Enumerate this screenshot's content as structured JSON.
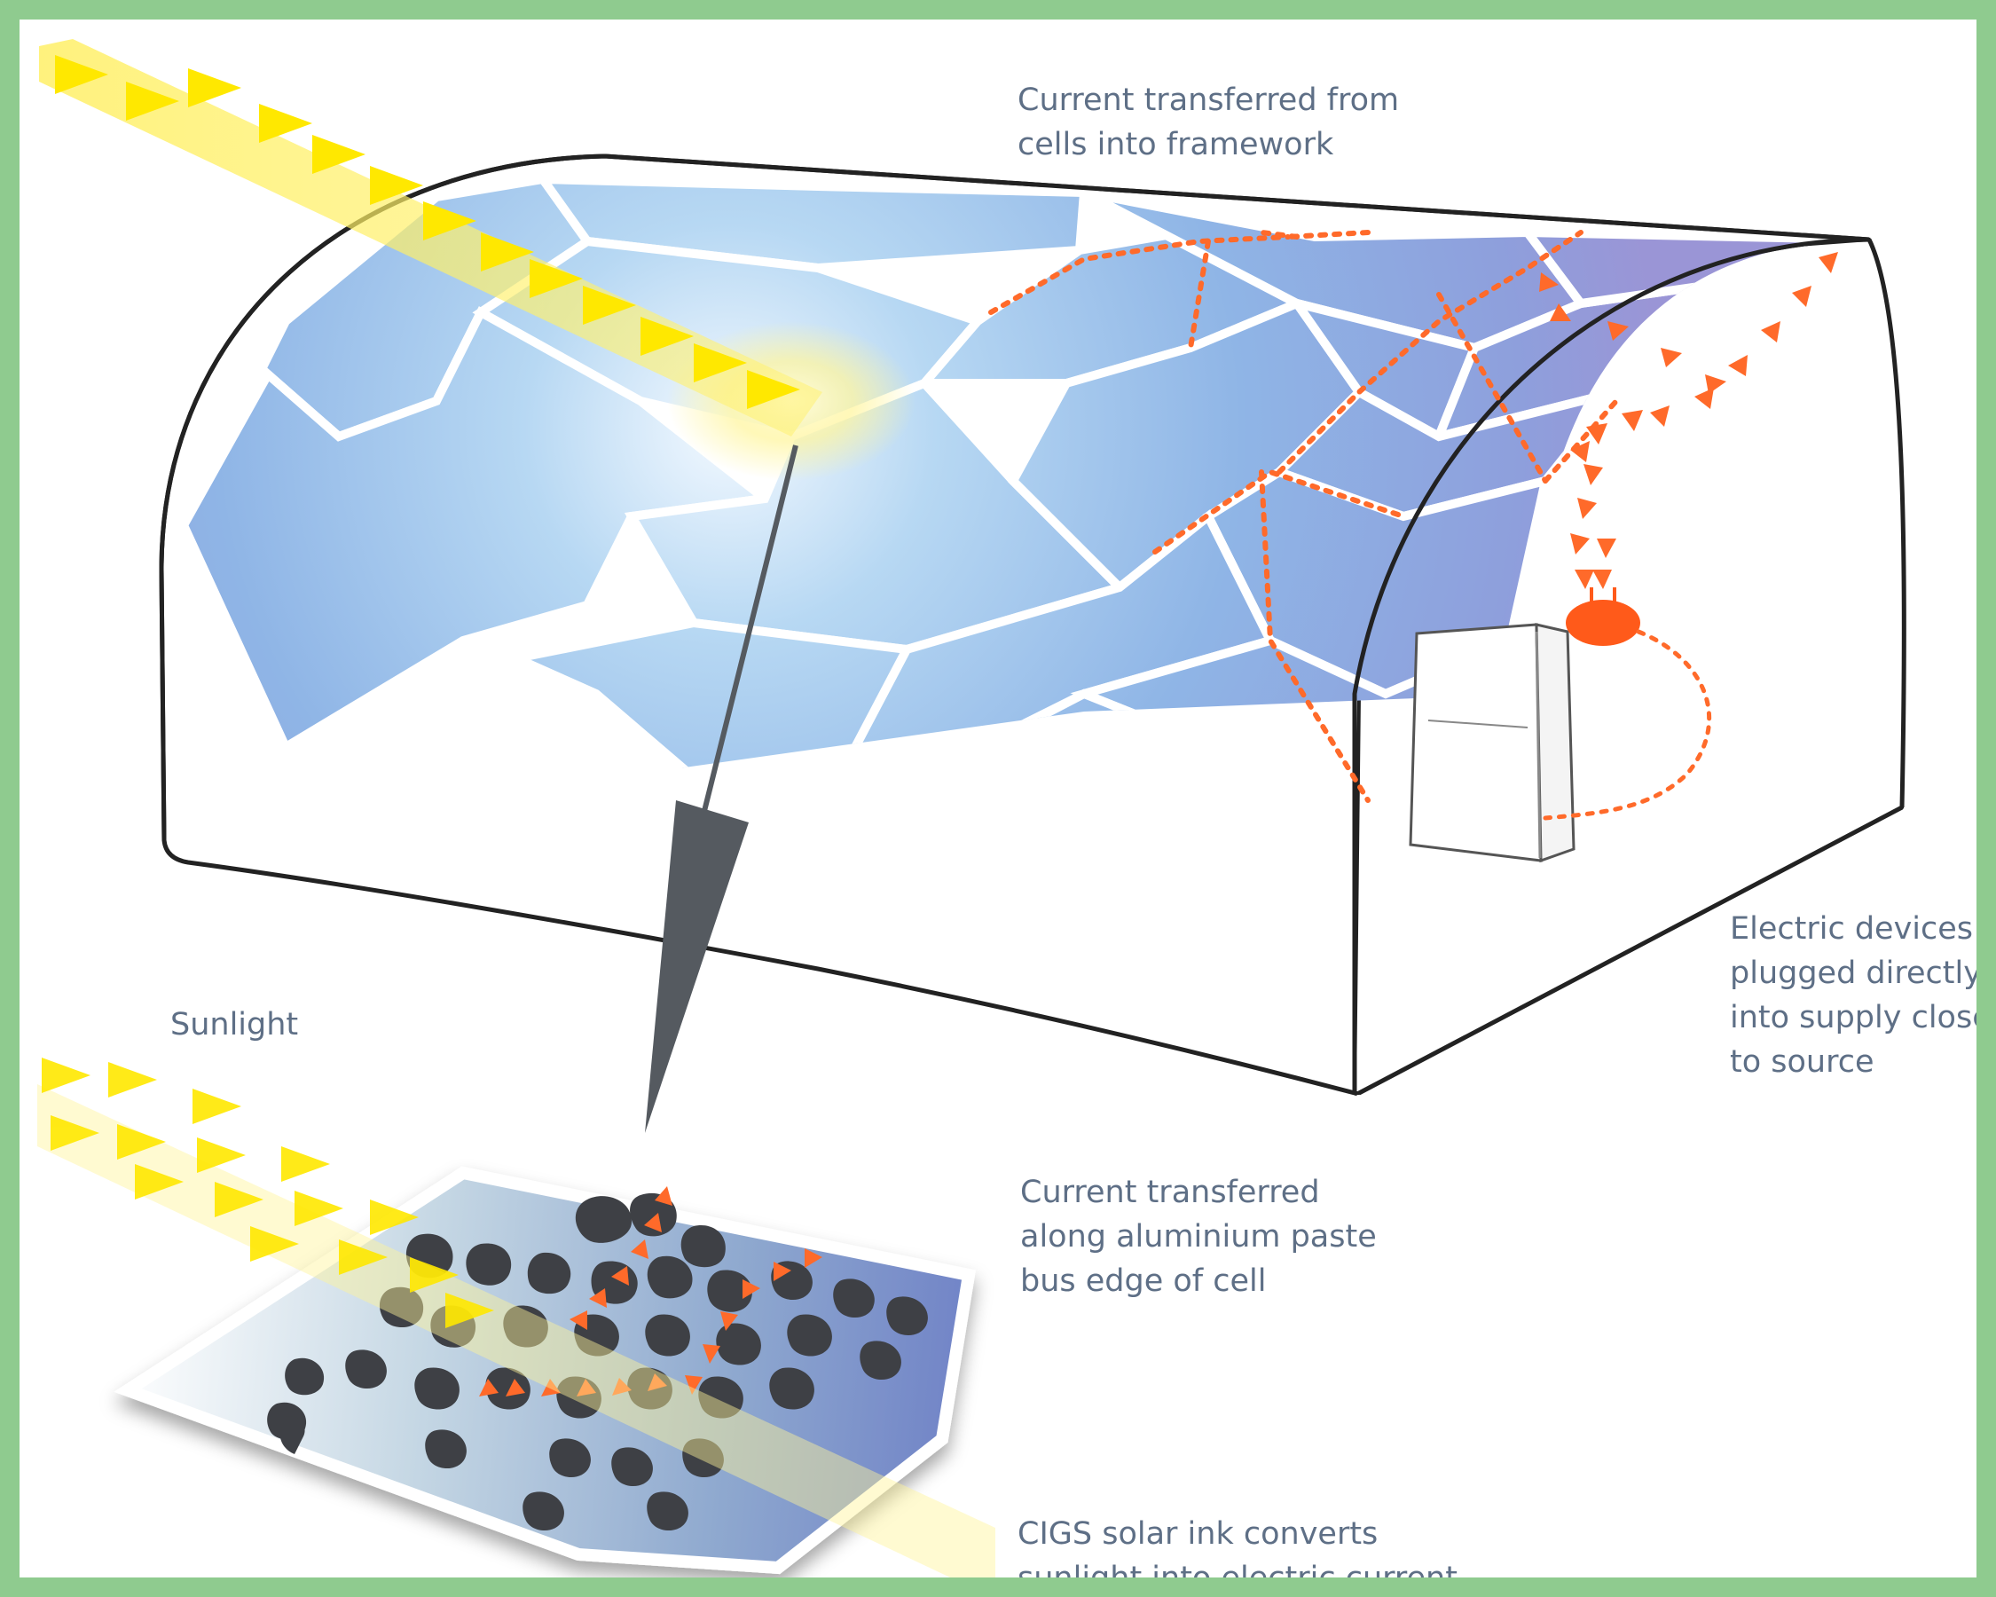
{
  "labels": {
    "framework": [
      "Current transferred from",
      "cells into framework"
    ],
    "sunlight": [
      "Sunlight"
    ],
    "devices": [
      "Electric devices",
      "plugged directly",
      "into supply close",
      "to source"
    ],
    "bus_edge": [
      "Current transferred",
      "along aluminium paste",
      "bus edge of cell"
    ],
    "cigs": [
      "CIGS solar ink converts",
      "sunlight into electric current"
    ]
  },
  "colors": {
    "border": "#8fcb8f",
    "label_text": "#5e6f86",
    "panel_blue": "#8fb5e6",
    "panel_light": "#e6f2fc",
    "current": "#ff6a2a",
    "sun": "#ffe600",
    "outline": "#222222",
    "pointer": "#555a60",
    "ink_spot": "#3e4045"
  }
}
